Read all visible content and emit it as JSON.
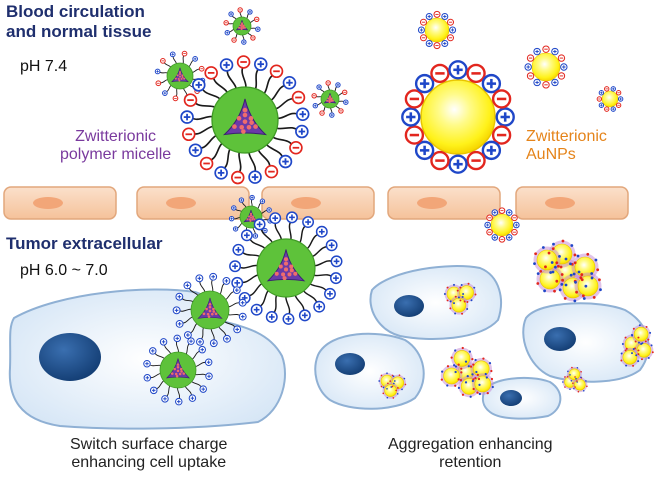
{
  "headings": {
    "blood": [
      "Blood circulation",
      "and normal tissue"
    ],
    "tumor": "Tumor extracellular"
  },
  "ph": {
    "blood": "pH 7.4",
    "tumor": "pH 6.0 ~ 7.0"
  },
  "labels": {
    "micelle": [
      "Zwitterionic",
      "polymer micelle"
    ],
    "aunp": [
      "Zwitterionic",
      "AuNPs"
    ]
  },
  "captions": {
    "left": [
      "Switch surface charge",
      "enhancing cell uptake"
    ],
    "right": [
      "Aggregation enhancing",
      "retention"
    ]
  },
  "colors": {
    "heading": "#1f2f6e",
    "micelle_label": "#7a3a9e",
    "aunp_label": "#e5841a",
    "cell_body": "#f6c7a0",
    "cell_nucleus": "#1e4f8c",
    "gold_core": "#fff21a",
    "micelle_shell": "#5ec23a",
    "micelle_core": "#6a3aa8",
    "plus_charge": "#1f47c8",
    "minus_charge": "#e2261e"
  }
}
